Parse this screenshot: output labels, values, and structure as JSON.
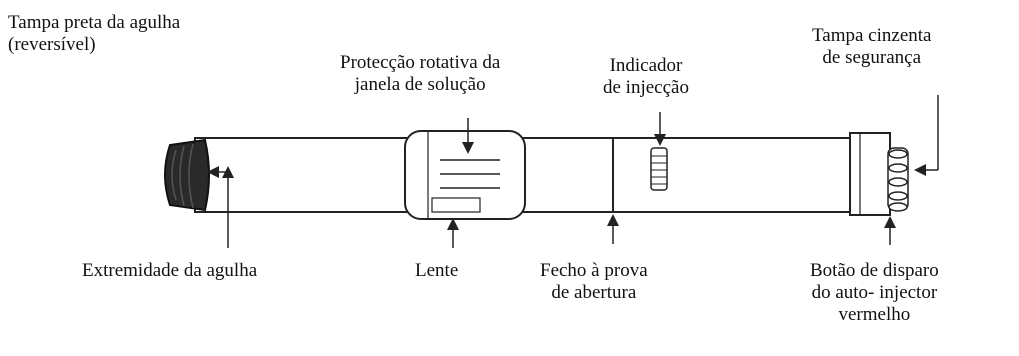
{
  "labels": {
    "black_cap": [
      "Tampa preta da agulha",
      "(reversível)"
    ],
    "rotating_guard": [
      "Protecção rotativa da",
      "janela de solução"
    ],
    "injection_indicator": [
      "Indicador",
      "de injecção"
    ],
    "grey_cap": [
      "Tampa cinzenta",
      "de segurança"
    ],
    "needle_tip": [
      "Extremidade da agulha"
    ],
    "lens": [
      "Lente"
    ],
    "tamper_seal": [
      "Fecho à prova",
      "de abertura"
    ],
    "trigger_button": [
      "Botão de disparo",
      "do auto- injector",
      "vermelho"
    ]
  },
  "colors": {
    "outline": "#222222",
    "black_cap": "#2a2a2a",
    "text": "#111111"
  }
}
